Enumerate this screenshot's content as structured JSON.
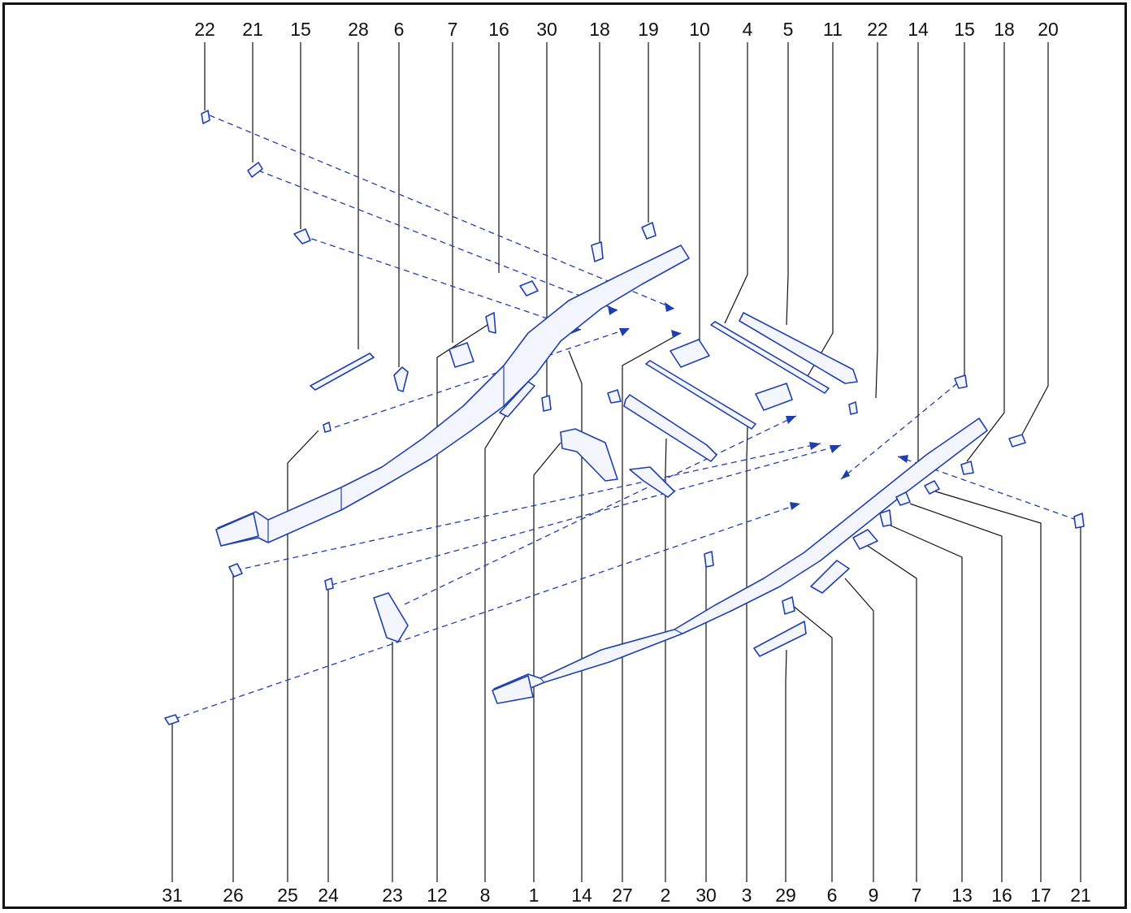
{
  "diagram": {
    "accent_color": "#1f3fb0",
    "top_callouts": [
      "22",
      "21",
      "15",
      "28",
      "6",
      "7",
      "16",
      "30",
      "18",
      "19",
      "10",
      "4",
      "5",
      "11",
      "22",
      "14",
      "15",
      "18",
      "20"
    ],
    "bottom_callouts": [
      "31",
      "26",
      "25",
      "24",
      "23",
      "12",
      "8",
      "1",
      "14",
      "27",
      "2",
      "30",
      "3",
      "29",
      "6",
      "9",
      "7",
      "13",
      "16",
      "17",
      "21"
    ]
  }
}
